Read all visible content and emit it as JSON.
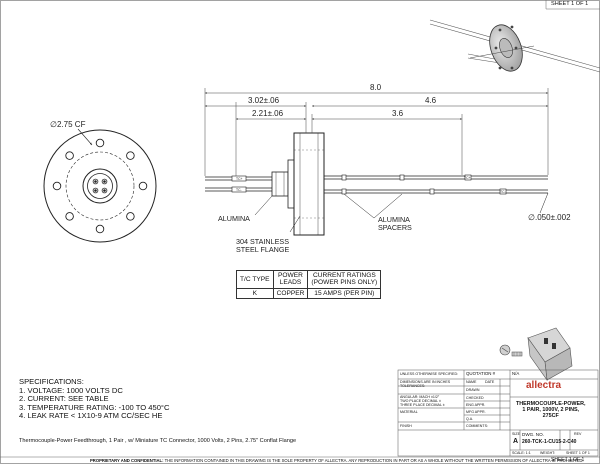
{
  "sheet": {
    "top_label": "SHEET 1 OF 1",
    "bottom_label": "SHEET 1 OF 1"
  },
  "dimensions": {
    "overall": "8.0",
    "d_302": "3.02±.06",
    "d_221": "2.21±.06",
    "d_46": "4.6",
    "d_36": "3.6",
    "flange_dia": "2.75 CF",
    "wire_dia": ".050±.002",
    "dia_symbol": "∅"
  },
  "wire_marks": {
    "left_top": "TC+",
    "left_bottom": "TC-",
    "right_top": "TC+",
    "right_bottom": "TC-"
  },
  "callouts": {
    "alumina": "ALUMINA",
    "alumina_spacers_1": "ALUMINA",
    "alumina_spacers_2": "SPACERS",
    "flange_1": "304 STAINLESS",
    "flange_2": "STEEL FLANGE"
  },
  "ratings_table": {
    "headers": [
      "T/C TYPE",
      "POWER\nLEADS",
      "CURRENT RATINGS\n(POWER PINS ONLY)"
    ],
    "rows": [
      [
        "K",
        "COPPER",
        "15 AMPS (PER PIN)"
      ]
    ]
  },
  "specifications": {
    "title": "SPECIFICATIONS:",
    "items": [
      "1.  VOLTAGE:   1000 VOLTS DC",
      "2.  CURRENT:   SEE TABLE",
      "3.  TEMPERATURE  RATING:  -100 TO 450°C",
      "4.  LEAK RATE < 1X10-9 ATM CC/SEC HE"
    ]
  },
  "description": "Thermocouple-Power Feedthrough, 1 Pair , w/ Miniature TC Connector, 1000 Volts, 2 Pins, 2.75\" Conflat Flange",
  "title_block": {
    "unless": "UNLESS OTHERWISE SPECIFIED:",
    "quotation": "QUOTATION #",
    "dims_note": "DIMENSIONS ARE IN INCHES\nTOLERANCES:",
    "name": "NAME",
    "date": "DATE",
    "drawn": "DRAWN",
    "checked": "CHECKED",
    "eng_appr": "ENG APPR.",
    "mfg_appr": "MFG APPR.",
    "qa": "Q.A.",
    "tolerances": "ANGULAR: MACH ±1/2°\nTWO PLACE DECIMAL ±\nTHREE PLACE DECIMAL ±",
    "material": "MATERIAL",
    "finish": "FINISH",
    "comments": "COMMENTS:",
    "logo": "allectra",
    "drawing_title": "THERMOCOUPLE-POWER,\n1 PAIR, 1000V, 2 PINS,\n275CF",
    "size": "SIZE",
    "size_val": "A",
    "dwg_no_label": "DWG. NO.",
    "dwg_no": "260-TCK-1-CU15-2-C40",
    "rev": "REV",
    "scale": "SCALE: 1:1",
    "weight": "WEIGHT:",
    "sheet": "SHEET 1 OF 1",
    "na": "N/A"
  },
  "footer": {
    "prop_title": "PROPRIETARY AND CONFIDENTIAL:",
    "prop_text": "THE INFORMATION CONTAINED IN THIS DRAWING IS THE SOLE PROPERTY OF ALLECTRA.  ANY REPRODUCTION IN PART OR AS A WHOLE WITHOUT THE WRITTEN PERMISSION OF ALLECTRA IS PROHIBITED."
  },
  "colors": {
    "line": "#222222",
    "dim": "#444444",
    "logo_red": "#c0392b",
    "connector_gray": "#cfcfcf"
  }
}
